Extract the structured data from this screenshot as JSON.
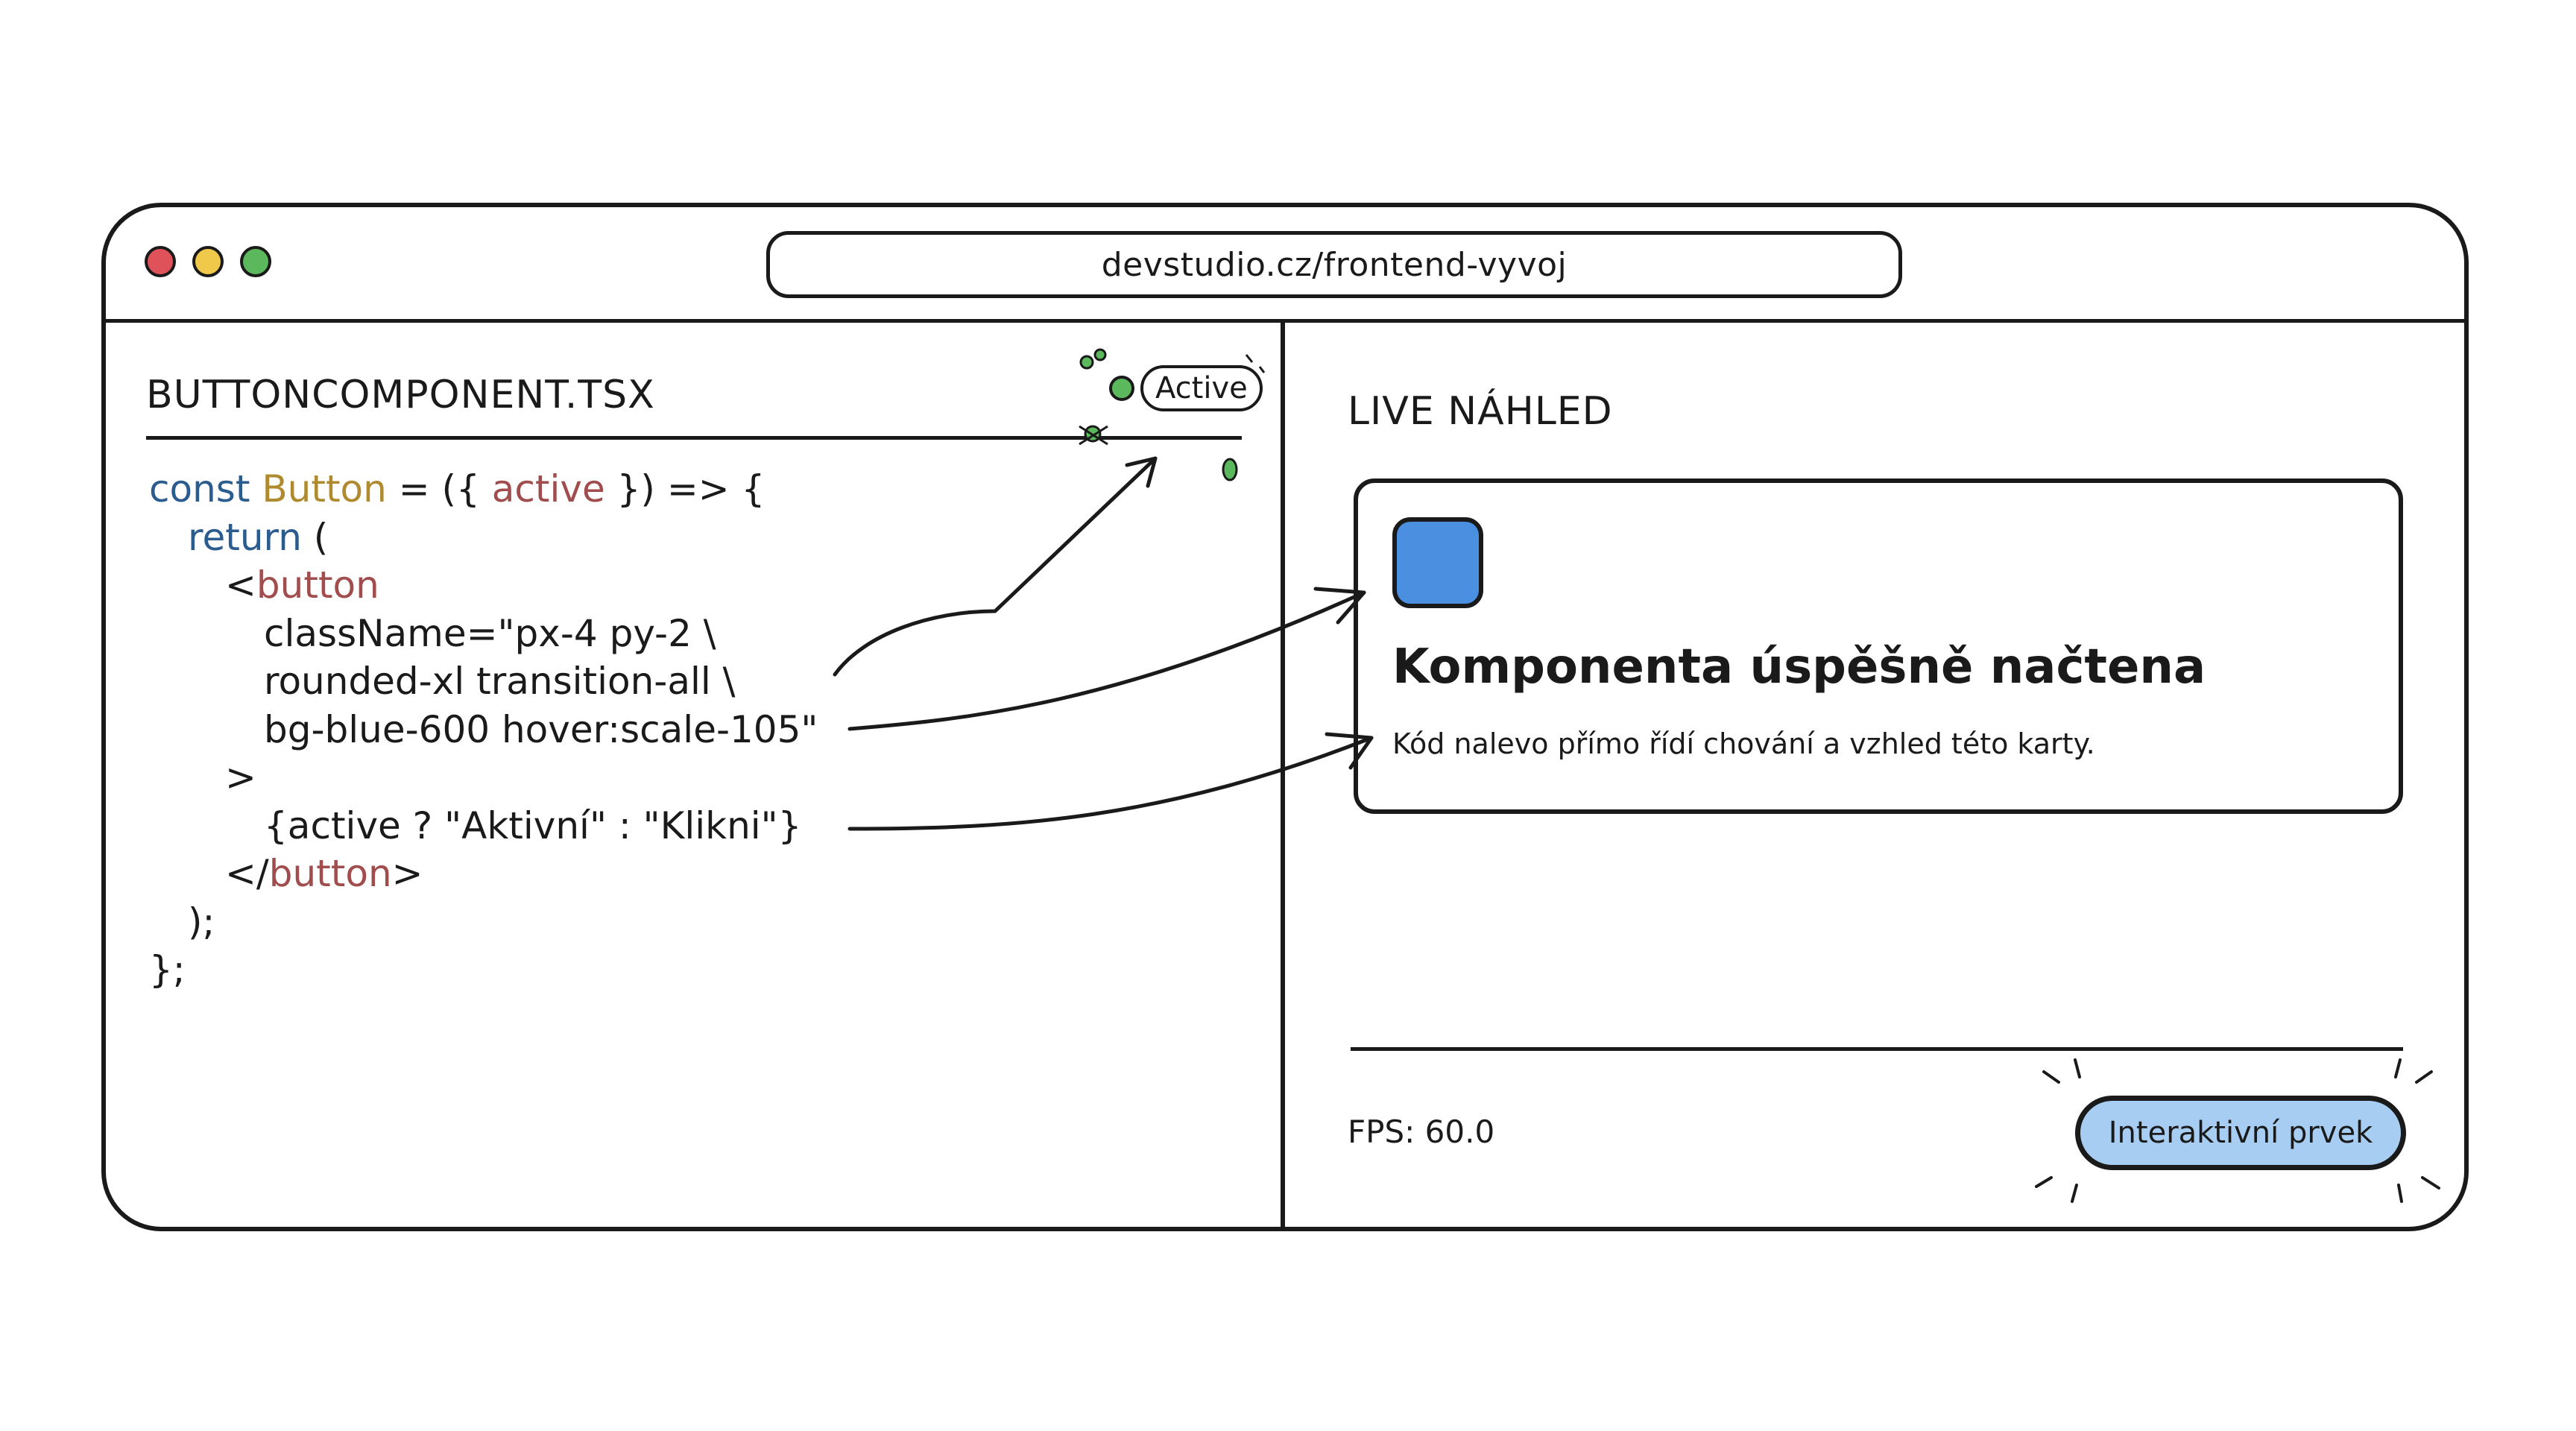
{
  "browser": {
    "url": "devstudio.cz/frontend-vyvoj",
    "traffic_lights": {
      "close": "#e0525a",
      "minimize": "#f0c94a",
      "maximize": "#5cb85c"
    }
  },
  "editor": {
    "file_title": "BUTTONCOMPONENT.TSX",
    "status_label": "Active",
    "code": {
      "l1": {
        "kw": "const",
        "name": "Button",
        "mid": " = ({ ",
        "prop": "active",
        "tail": " }) => {"
      },
      "l2": {
        "kw": "return",
        "tail": " ("
      },
      "l3": {
        "open": "<",
        "tag": "button"
      },
      "l4": "className=\"px-4 py-2 \\",
      "l5": "rounded-xl transition-all \\",
      "l6": "bg-blue-600 hover:scale-105\"",
      "l7": ">",
      "l8": "{active ? \"Aktivní\" : \"Klikni\"}",
      "l9": {
        "open": "</",
        "tag": "button",
        "close": ">"
      },
      "l10": ");",
      "l11": "};"
    }
  },
  "preview": {
    "title": "LIVE NÁHLED",
    "card_heading": "Komponenta úspěšně načtena",
    "card_text": "Kód nalevo přímo řídí chování a vzhled této karty.",
    "fps": "FPS: 60.0",
    "cta_label": "Interaktivní prvek"
  },
  "colors": {
    "keyword": "#2b5c8f",
    "component_name": "#b08a2e",
    "prop_tag": "#a14d4d",
    "accent_blue": "#4a8fe0",
    "button_fill": "#a8cdf2",
    "status_green": "#5cb85c"
  }
}
